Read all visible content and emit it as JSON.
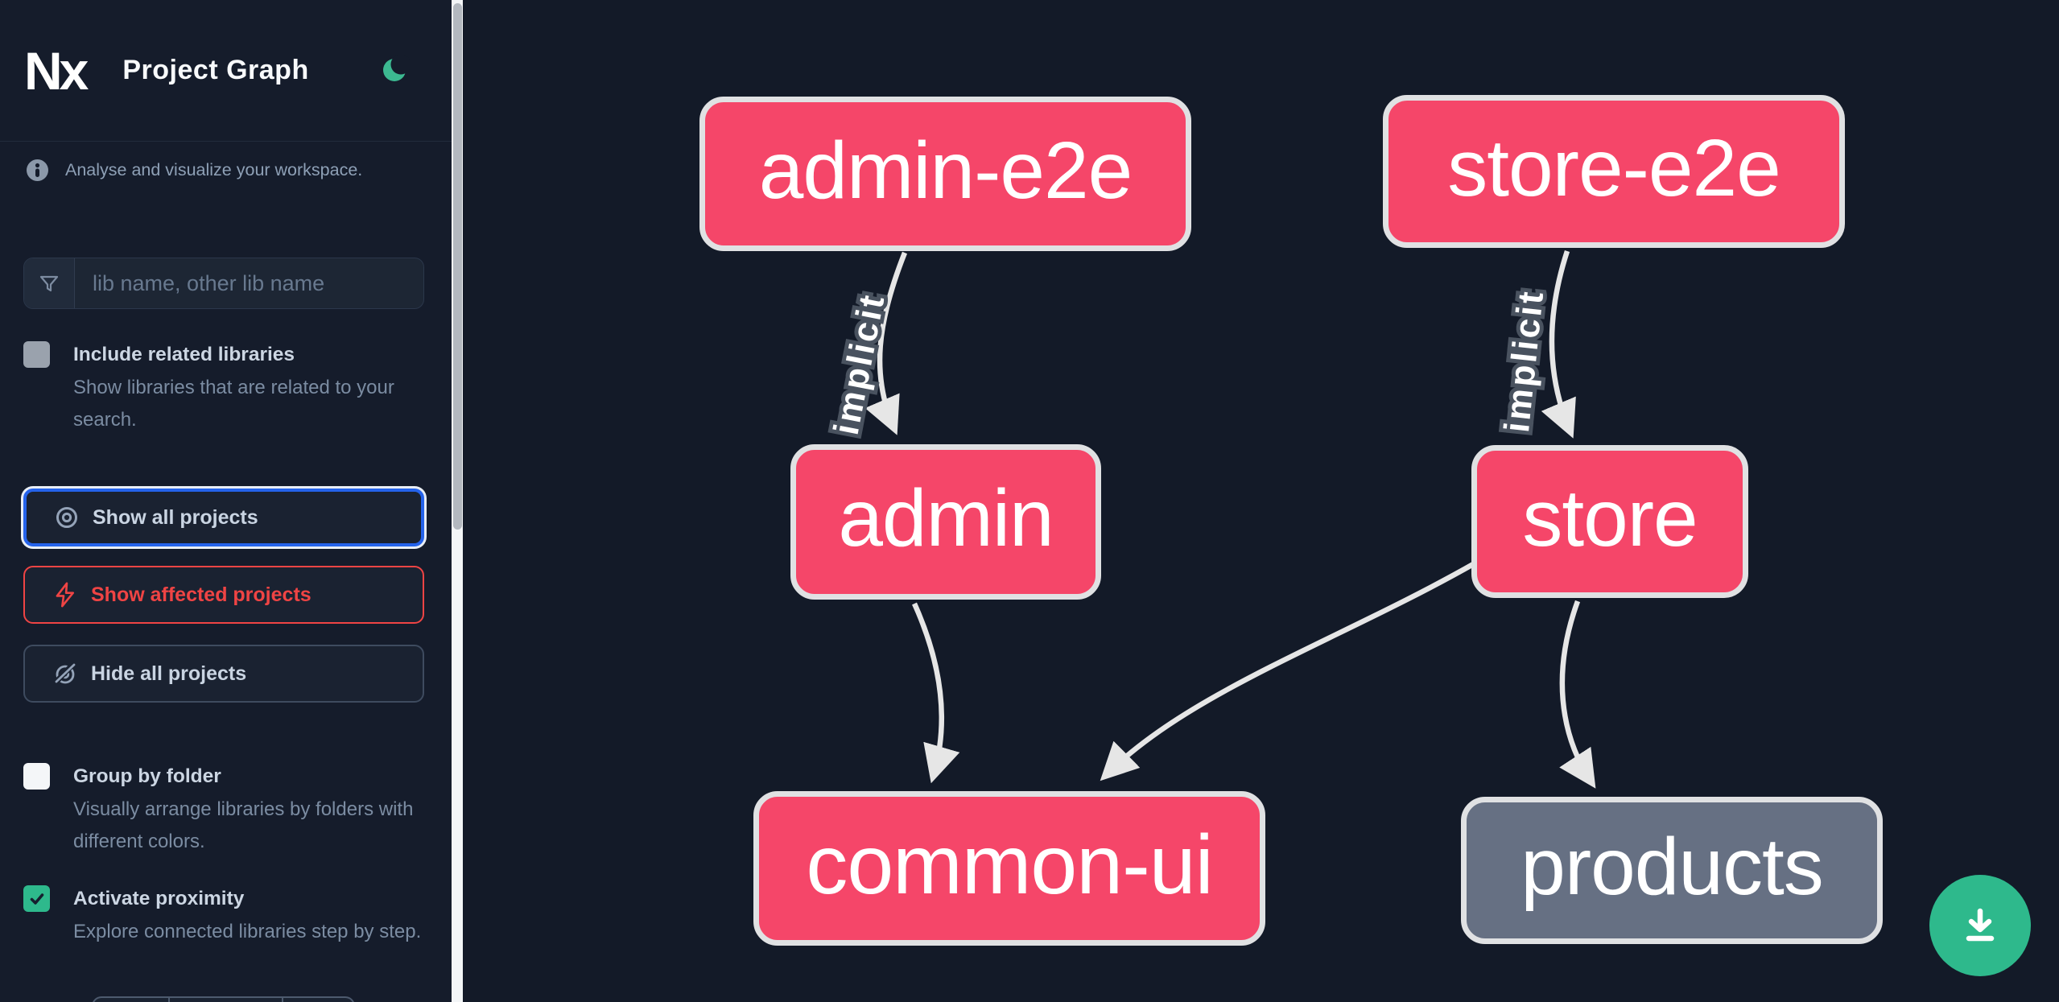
{
  "header": {
    "logo": "Nx",
    "title": "Project Graph",
    "theme_icon": "moon-icon"
  },
  "sidebar": {
    "info_text": "Analyse and visualize your workspace.",
    "search": {
      "placeholder": "lib name, other lib name",
      "value": "",
      "icon": "filter-icon"
    },
    "checkboxes": [
      {
        "label": "Include related libraries",
        "description": "Show libraries that are related to your search.",
        "checked": false
      },
      {
        "label": "Group by folder",
        "description": "Visually arrange libraries by folders with different colors.",
        "checked": false
      },
      {
        "label": "Activate proximity",
        "description": "Explore connected libraries step by step.",
        "checked": true
      }
    ],
    "buttons": [
      {
        "label": "Show all projects",
        "icon": "eye-icon",
        "state": "focused"
      },
      {
        "label": "Show affected projects",
        "icon": "bolt-icon",
        "state": "affected"
      },
      {
        "label": "Hide all projects",
        "icon": "eye-slash-icon",
        "state": "default"
      }
    ]
  },
  "graph": {
    "nodes": [
      {
        "id": "admin-e2e",
        "label": "admin-e2e",
        "color": "pink"
      },
      {
        "id": "store-e2e",
        "label": "store-e2e",
        "color": "pink"
      },
      {
        "id": "admin",
        "label": "admin",
        "color": "pink"
      },
      {
        "id": "store",
        "label": "store",
        "color": "pink"
      },
      {
        "id": "common-ui",
        "label": "common-ui",
        "color": "pink"
      },
      {
        "id": "products",
        "label": "products",
        "color": "gray"
      }
    ],
    "edges": [
      {
        "from": "admin-e2e",
        "to": "admin",
        "label": "implicit"
      },
      {
        "from": "store-e2e",
        "to": "store",
        "label": "implicit"
      },
      {
        "from": "admin",
        "to": "common-ui",
        "label": ""
      },
      {
        "from": "store",
        "to": "common-ui",
        "label": ""
      },
      {
        "from": "store",
        "to": "products",
        "label": ""
      }
    ],
    "download_icon": "download-icon"
  },
  "colors": {
    "background": "#131a28",
    "node_pink": "#f54669",
    "node_gray": "#667083",
    "node_border": "#e0e1e3",
    "edge": "#e6e6e6",
    "focus_blue": "#2563eb",
    "affected_red": "#ef4444",
    "accent_green": "#2eb98c",
    "label_text": "#ccd6e3",
    "muted_text": "#7b8ca2"
  }
}
